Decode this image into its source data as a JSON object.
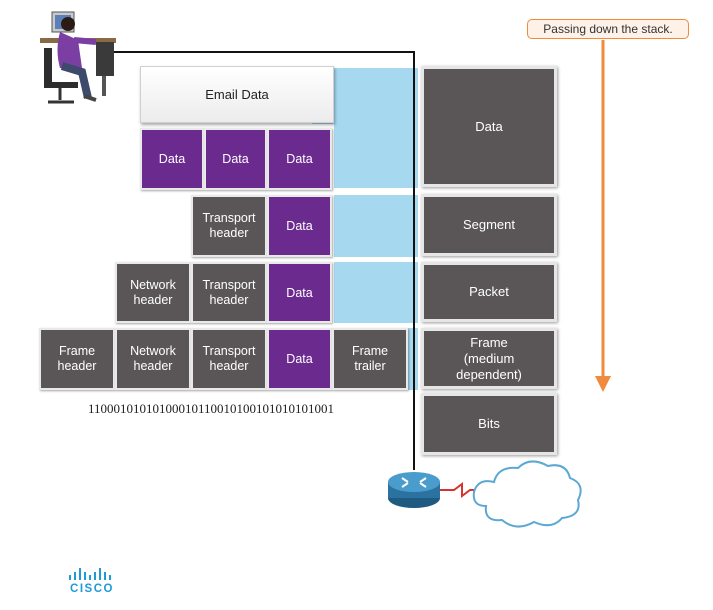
{
  "callout": "Passing down the stack.",
  "email_label": "Email Data",
  "data_label": "Data",
  "transport_label": "Transport\nheader",
  "network_label": "Network\nheader",
  "frame_header_label": "Frame\nheader",
  "frame_trailer_label": "Frame\ntrailer",
  "bits_string": "11000101010100010110010100101010101001",
  "stack": {
    "data": "Data",
    "segment": "Segment",
    "packet": "Packet",
    "frame": "Frame\n(medium\ndependent)",
    "bits": "Bits"
  },
  "logo_text": "CISCO",
  "colors": {
    "pdu_gray": "#5a5657",
    "data_purple": "#6b2b8e",
    "highlight_blue": "#a6d8ef",
    "arrow_orange": "#f08a3c"
  },
  "icons": [
    "person-at-computer-icon",
    "router-icon",
    "cloud-icon",
    "cisco-logo"
  ]
}
